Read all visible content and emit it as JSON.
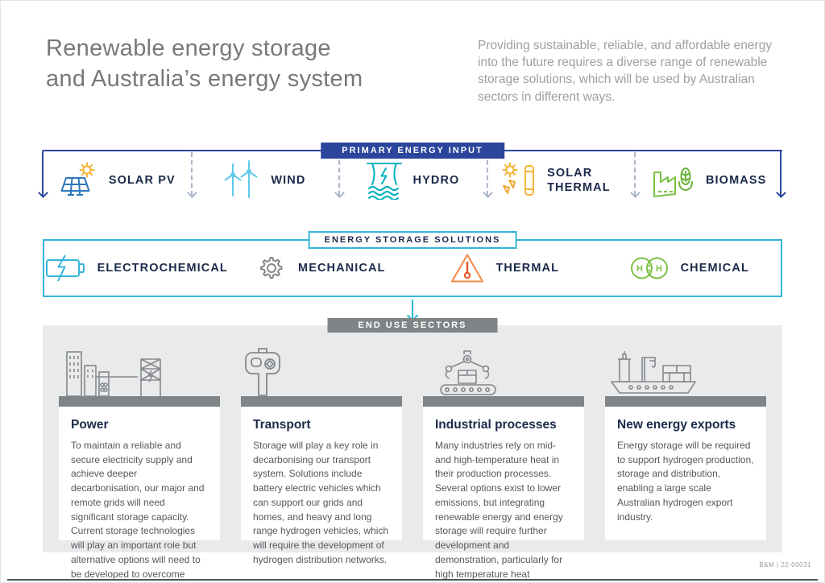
{
  "header": {
    "title_line1": "Renewable energy storage",
    "title_line2": "and Australia’s energy system",
    "intro": "Providing sustainable, reliable, and affordable energy into the future requires a diverse range of renewable storage solutions, which will be used by Australian sectors in different ways."
  },
  "primary_energy": {
    "band_label": "PRIMARY ENERGY INPUT",
    "items": [
      {
        "label": "SOLAR PV",
        "icon": "solar-pv-icon"
      },
      {
        "label": "WIND",
        "icon": "wind-turbines-icon"
      },
      {
        "label": "HYDRO",
        "icon": "hydro-dam-icon"
      },
      {
        "label": "SOLAR THERMAL",
        "icon": "solar-thermal-icon"
      },
      {
        "label": "BIOMASS",
        "icon": "biomass-icon"
      }
    ]
  },
  "storage_solutions": {
    "band_label": "ENERGY STORAGE SOLUTIONS",
    "items": [
      {
        "label": "ELECTROCHEMICAL",
        "icon": "battery-bolt-icon"
      },
      {
        "label": "MECHANICAL",
        "icon": "gear-icon"
      },
      {
        "label": "THERMAL",
        "icon": "thermometer-warning-icon"
      },
      {
        "label": "CHEMICAL",
        "icon": "hydrogen-molecule-icon"
      }
    ]
  },
  "end_use": {
    "band_label": "END USE SECTORS",
    "sectors": [
      {
        "title": "Power",
        "icon": "city-power-grid-icon",
        "description": "To maintain a reliable and secure electricity supply and achieve deeper decarbonisation, our major and remote grids will need significant storage capacity. Current storage technologies will play an important role but alternative options will need to be developed to overcome gaps."
      },
      {
        "title": "Transport",
        "icon": "fuel-pump-nozzle-icon",
        "description": "Storage will play a key role in decarbonising our transport system. Solutions include battery electric vehicles which can support our grids and homes, and heavy and long range hydrogen vehicles, which will require the development of hydrogen distribution networks."
      },
      {
        "title": "Industrial processes",
        "icon": "robotic-arm-conveyor-icon",
        "description": "Many industries rely on mid-and high-temperature heat in their production processes. Several options exist to lower emissions, but integrating renewable energy and energy storage will require further development and demonstration, particularly for high temperature heat processes."
      },
      {
        "title": "New energy exports",
        "icon": "cargo-ship-icon",
        "description": "Energy storage will be required to support hydrogen production, storage and distribution, enabling a large scale Australian hydrogen export industry."
      }
    ]
  },
  "footer": {
    "doc_number": "B&M | 22-00031"
  },
  "colors": {
    "primary_blue": "#2c459c",
    "cyan": "#35b4da",
    "teal": "#00b0bd",
    "yellow": "#f5b335",
    "orange": "#f6894a",
    "green": "#7ac143",
    "panel_blue": "#2e77bc",
    "gray_band": "#808487",
    "navy_text": "#1b2a4a",
    "body_gray": "#55585c",
    "light_gray_bg": "#e9eaeb"
  }
}
